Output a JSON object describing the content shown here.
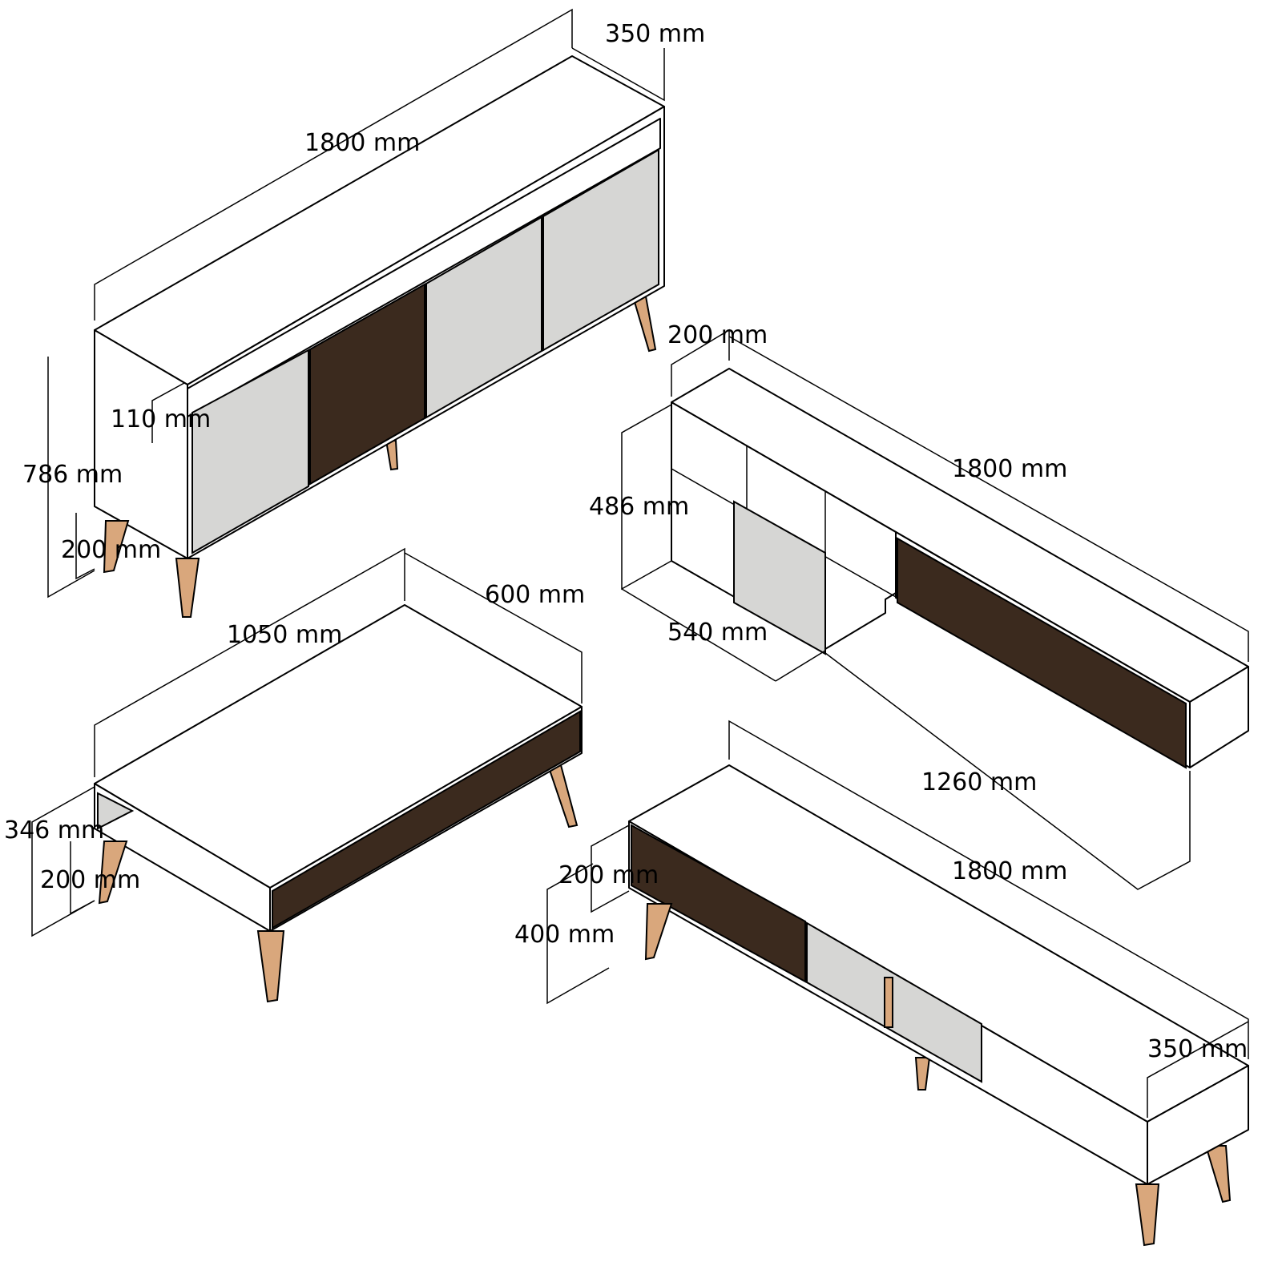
{
  "title": "Furniture set dimensions",
  "colors": {
    "slat": "#3b2a1e",
    "leg": "#d9a77c",
    "door": "#d6d6d4",
    "line": "#000000"
  },
  "sideboard": {
    "depth": "350 mm",
    "width": "1800 mm",
    "top_gap": "110 mm",
    "height": "786 mm",
    "leg_height": "200 mm"
  },
  "wall_shelf": {
    "depth": "200 mm",
    "width": "1800 mm",
    "height": "486 mm",
    "unit_width": "540 mm",
    "low_width": "1260 mm"
  },
  "coffee_table": {
    "width": "1050 mm",
    "depth": "600 mm",
    "height": "346 mm",
    "leg_height": "200 mm"
  },
  "tv_stand": {
    "leg_height": "200 mm",
    "width": "1800 mm",
    "height": "400 mm",
    "depth": "350 mm"
  }
}
